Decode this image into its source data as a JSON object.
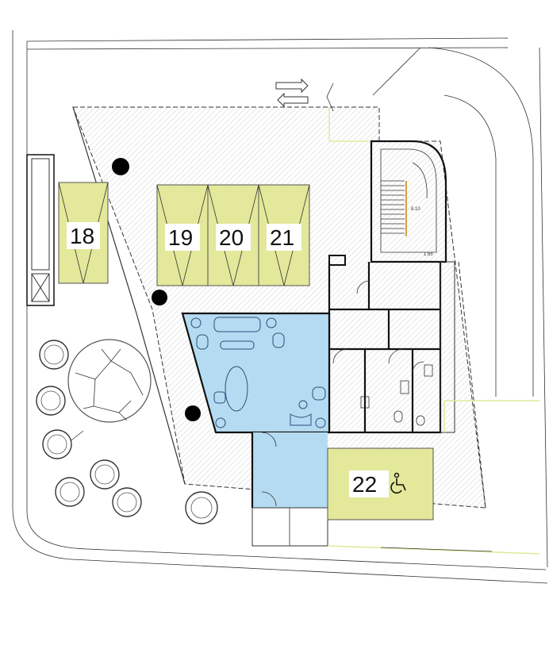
{
  "parking": {
    "spaces": [
      {
        "number": "18"
      },
      {
        "number": "19"
      },
      {
        "number": "20"
      },
      {
        "number": "21"
      },
      {
        "number": "22"
      }
    ],
    "accessible_icon": "wheelchair-icon"
  },
  "stair": {
    "dim_label_1": "8.10",
    "dim_label_2": "1.65"
  },
  "colors": {
    "parking_fill": "#e3e89a",
    "lounge_fill": "#b5dbf2",
    "hatch": "#cfcfcf",
    "walls": "#111111",
    "dots": "#000000"
  },
  "traffic_arrows": "direction-arrows-icon"
}
